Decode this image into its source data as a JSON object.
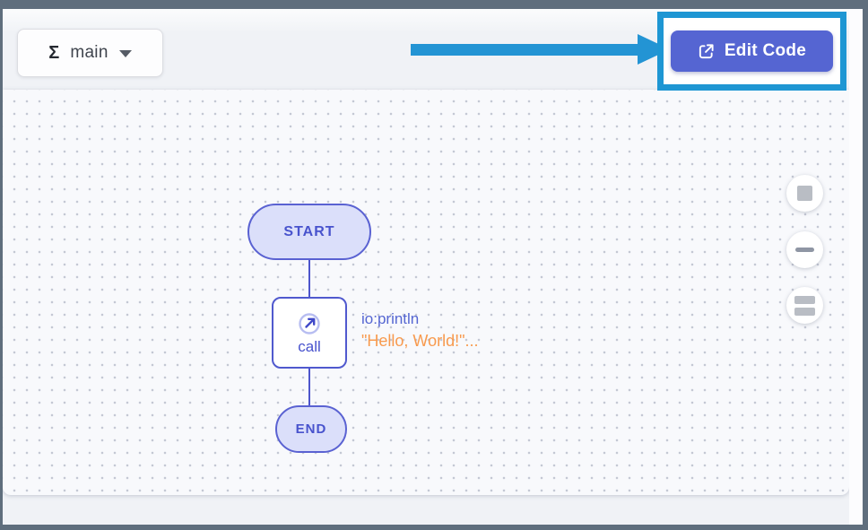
{
  "header": {
    "function_selector": {
      "sigma": "Σ",
      "label": "main"
    },
    "edit_code": {
      "label": "Edit Code"
    }
  },
  "diagram": {
    "start_node": {
      "label": "START"
    },
    "call_node": {
      "label": "call",
      "expression": "io:println",
      "arguments": "\"Hello, World!\"..."
    },
    "end_node": {
      "label": "END"
    }
  },
  "zoom_controls": {
    "icons": [
      "square-icon",
      "minus-icon",
      "stacked-bars-icon"
    ]
  },
  "colors": {
    "annotation_blue": "#2194d3",
    "button_indigo": "#5565d2",
    "node_border": "#5a62d2",
    "node_fill": "#dbdffa",
    "expression_blue": "#5566d2",
    "argument_orange": "#f89a4e",
    "frame_slate": "#5f6e7d",
    "canvas_bg": "#f8f9fc"
  }
}
